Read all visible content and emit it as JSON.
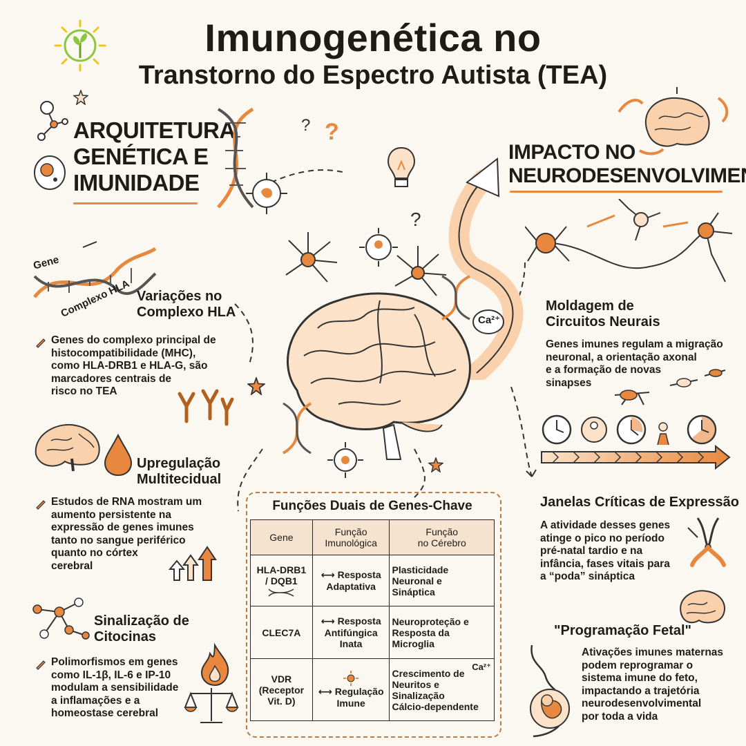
{
  "header": {
    "title_line1": "Imunogenética no",
    "title_line2": "Transtorno do Espectro Autista (TEA)"
  },
  "left_section": {
    "heading_lines": [
      "ARQUITETURA",
      "GENÉTICA E",
      "IMUNIDADE"
    ],
    "dna_label_gene": "Gene",
    "dna_label_hla": "Complexo HLA",
    "blocks": [
      {
        "title_lines": [
          "Variações no",
          "Complexo HLA"
        ],
        "text_lines": [
          "Genes do complexo principal de",
          "histocompatibilidade (MHC),",
          "como HLA-DRB1 e HLA-G, são",
          "marcadores centrais de",
          "risco no TEA"
        ]
      },
      {
        "title_lines": [
          "Upregulação",
          "Multitecidual"
        ],
        "text_lines": [
          "Estudos de RNA mostram um",
          "aumento persistente na",
          "expressão de genes imunes",
          "tanto no sangue periférico",
          "quanto no córtex",
          "cerebral"
        ]
      },
      {
        "title_lines": [
          "Sinalização de",
          "Citocinas"
        ],
        "text_lines": [
          "Polimorfismos em genes",
          "como IL-1β, IL-6 e IP-10",
          "modulam a sensibilidade",
          "a inflamações e a",
          "homeostase cerebral"
        ]
      }
    ]
  },
  "right_section": {
    "heading_lines": [
      "IMPACTO NO",
      "NEURODESENVOLVIMENTO"
    ],
    "blocks": [
      {
        "title_lines": [
          "Moldagem de",
          "Circuitos Neurais"
        ],
        "text_lines": [
          "Genes imunes regulam a migração",
          "neuronal, a orientação axonal",
          "e a formação de novas",
          "sinapses"
        ]
      },
      {
        "title_lines": [
          "Janelas Críticas de Expressão"
        ],
        "text_lines": [
          "A atividade desses genes",
          "atinge o pico no período",
          "pré-natal tardio e na",
          "infância, fases vitais para",
          "a “poda” sináptica"
        ]
      },
      {
        "title_lines": [
          "\"Programação Fetal\""
        ],
        "text_lines": [
          "Ativações imunes maternas",
          "podem reprogramar o",
          "sistema imune do feto,",
          "impactando a trajetória",
          "neurodesenvolvimental",
          "por toda a vida"
        ]
      }
    ]
  },
  "center": {
    "calcium_label": "Ca²⁺"
  },
  "table": {
    "title": "Funções Duais de Genes-Chave",
    "headers": [
      "Gene",
      "Função\nImunológica",
      "Função\nno Cérebro"
    ],
    "rows": [
      {
        "gene": "HLA-DRB1\n/ DQB1",
        "immune": "Resposta\nAdaptativa",
        "brain": "Plasticidade\nNeuronal e\nSináptica"
      },
      {
        "gene": "CLEC7A",
        "immune": "Resposta\nAntifúngica\nInata",
        "brain": "Neuroproteção e\nResposta da\nMicroglia"
      },
      {
        "gene": "VDR\n(Receptor\nVit. D)",
        "immune": "Regulação\nImune",
        "brain": "Crescimento de\nNeuritos e\nSinalização\nCálcio-dependente"
      }
    ],
    "arrow_glyph": "⟷",
    "ca_label": "Ca²⁺"
  },
  "colors": {
    "accent": "#e8883e",
    "ink": "#1f1b17",
    "background": "#fbf8f2",
    "table_header": "#f6e3cf"
  }
}
